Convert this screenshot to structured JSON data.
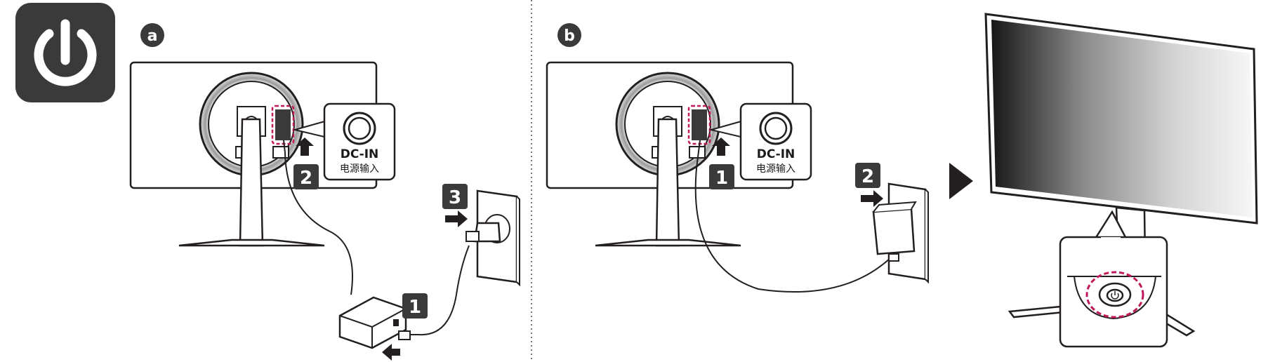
{
  "power_icon": "power-icon",
  "colors": {
    "ink": "#231f20",
    "badge_bg": "#3a3a3a",
    "badge_text": "#ffffff",
    "highlight_dashes": "#c2185b",
    "screen_dark": "#1c1c1c",
    "screen_light": "#f5f5f5"
  },
  "panel_a": {
    "label": "a",
    "dc_in_label": "DC-IN",
    "dc_in_cn": "电源输入",
    "steps": [
      "1",
      "2",
      "3"
    ]
  },
  "panel_b": {
    "label": "b",
    "dc_in_label": "DC-IN",
    "dc_in_cn": "电源输入",
    "steps": [
      "1",
      "2"
    ]
  },
  "result": {
    "arrow_icon": "play-arrow-icon",
    "joystick_icon": "joystick-button-icon"
  }
}
